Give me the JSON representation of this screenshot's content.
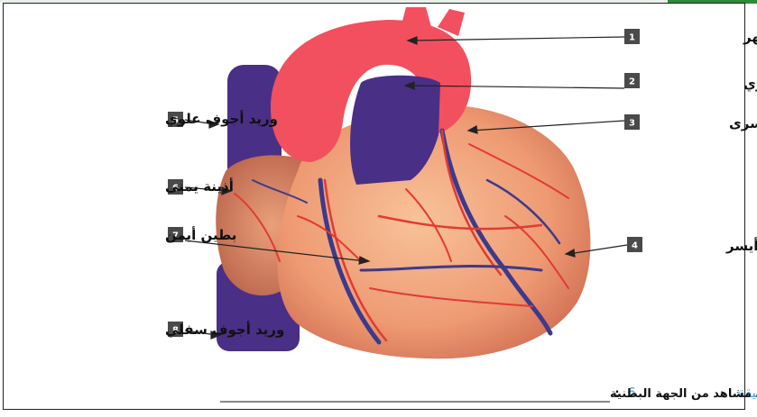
{
  "colors": {
    "artery": "#f2505e",
    "vein": "#4a2f86",
    "heart_base": "#ec8e6a",
    "heart_light": "#f6b890",
    "vessel_red": "#e23a32",
    "vessel_blue": "#3d3a8c",
    "badge": "#4a4a4a",
    "caption_accent": "#4aa0d8"
  },
  "labels": [
    {
      "num": "1",
      "text": "شريان أبهر"
    },
    {
      "num": "2",
      "text": "شريان رئوي"
    },
    {
      "num": "3",
      "text": "أذينة يسرى"
    },
    {
      "num": "4",
      "text": "بطين أيسر"
    },
    {
      "num": "5",
      "text": "وريد أجوف علوي"
    },
    {
      "num": "6",
      "text": "أذينة يمنى"
    },
    {
      "num": "7",
      "text": "بطين أيمن"
    },
    {
      "num": "8",
      "text": "وريد أجوف سفلي"
    }
  ],
  "caption": {
    "word": "الوثيقة",
    "num": "6",
    "sep": ":",
    "text": "رسم تخطيطي لقلب خروف مشاهد من الجهة البطنية"
  }
}
